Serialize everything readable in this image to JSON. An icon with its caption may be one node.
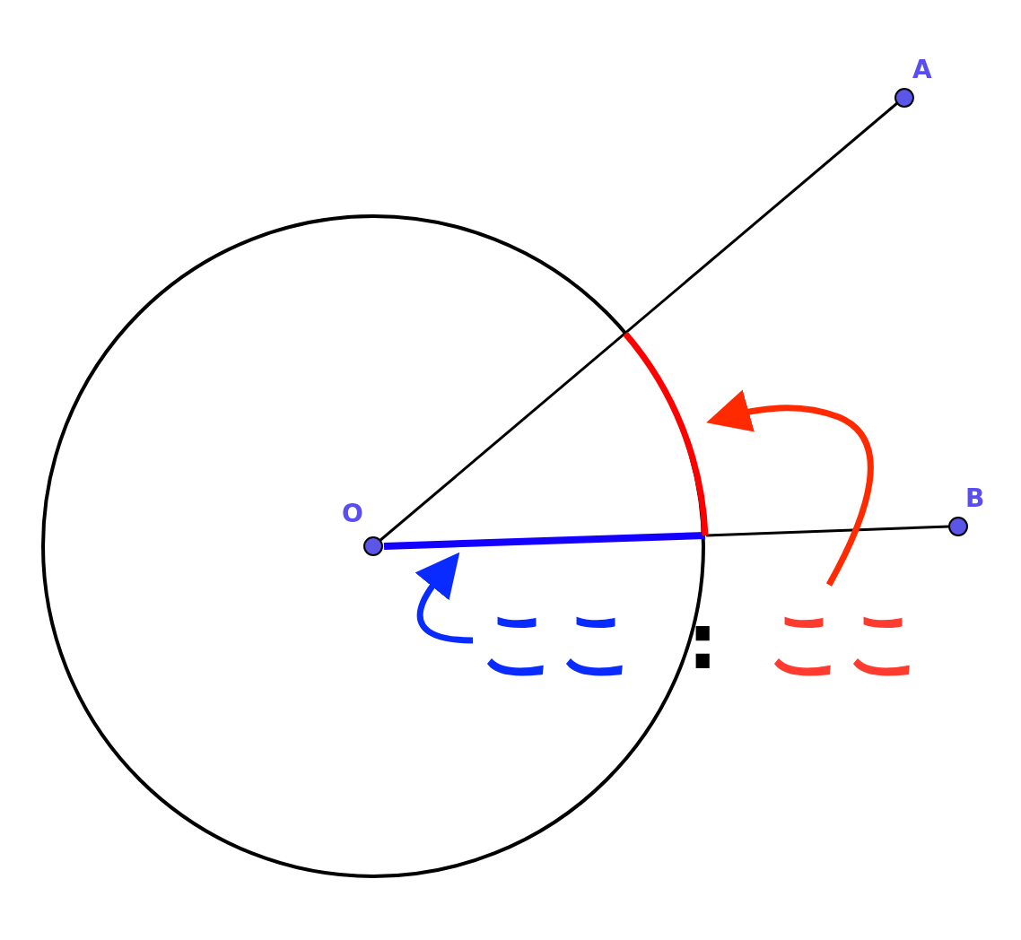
{
  "diagram": {
    "nodes": [
      {
        "text": [
          "O"
        ]
      },
      {
        "text": [
          "A"
        ]
      },
      {
        "text": [
          "B"
        ]
      },
      {
        "text": [
          "ここ"
        ]
      },
      {
        "text": [
          "ここ"
        ]
      },
      {
        "text": [],
        "shape": "line"
      },
      {
        "text": [],
        "shape": "arc"
      }
    ],
    "edges": [
      {
        "from": 0,
        "to": 1,
        "arrow": "none"
      },
      {
        "from": 5,
        "to": 2,
        "arrow": "none"
      },
      {
        "from": 3,
        "to": 5,
        "arrow": "to",
        "style": "thick",
        "color": "#0a2bff"
      },
      {
        "from": 4,
        "to": 6,
        "arrow": "to",
        "style": "thick",
        "color": "#ff2a00"
      }
    ],
    "labels": [
      ":"
    ]
  }
}
